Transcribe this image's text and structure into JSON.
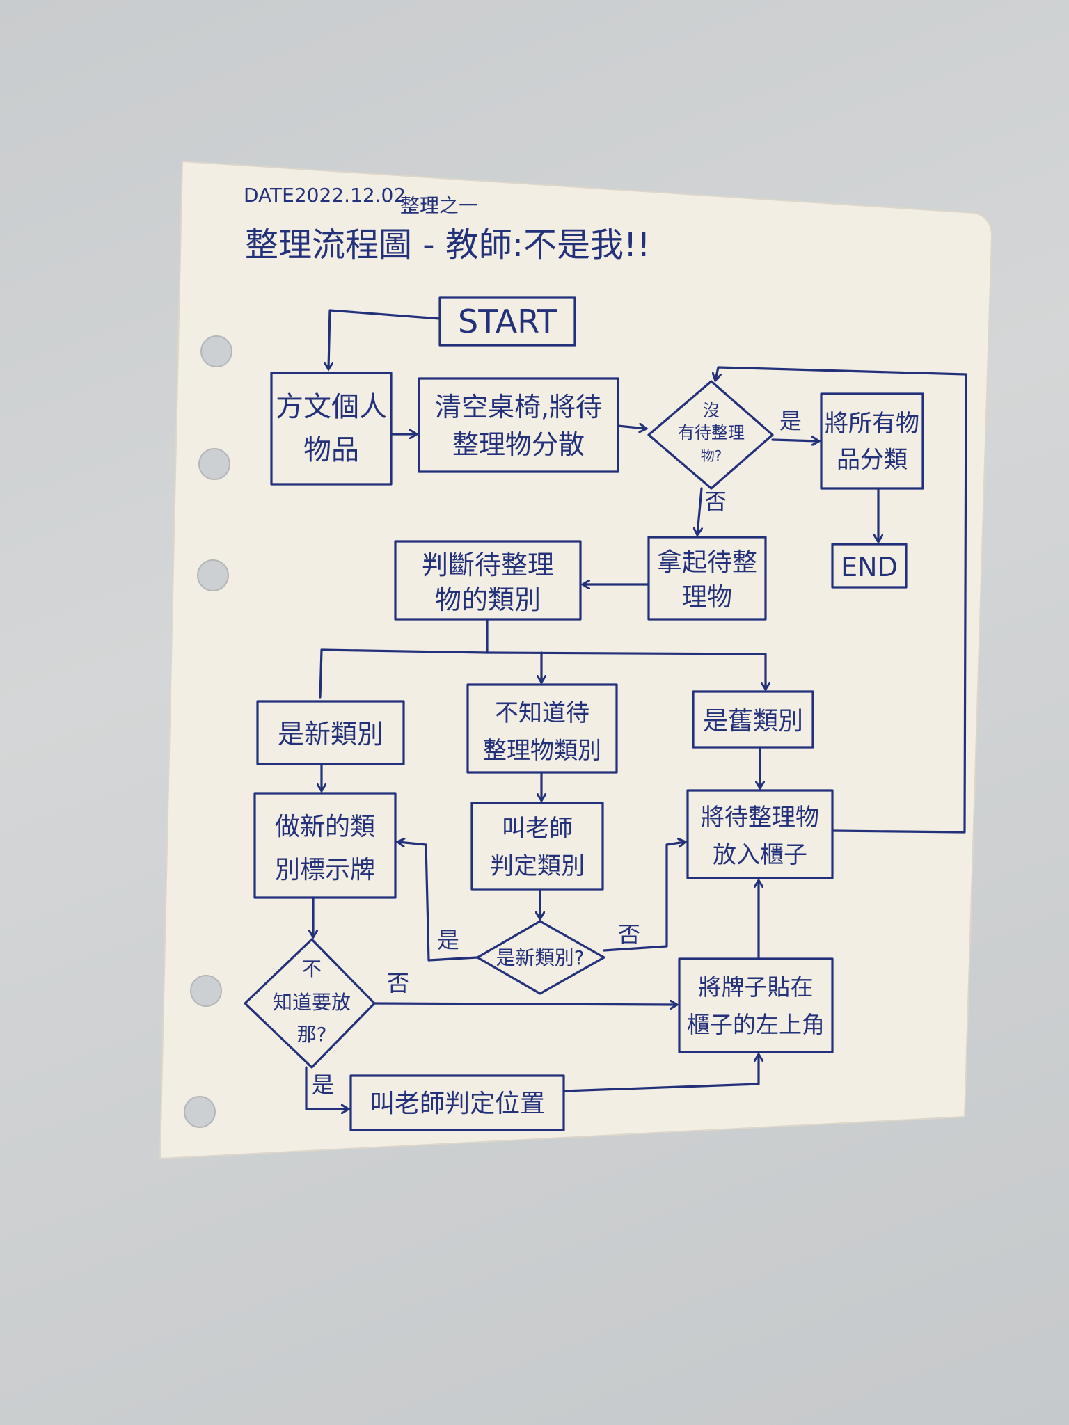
{
  "header": {
    "date": "DATE2022.12.02",
    "note": "整理之一",
    "title": "整理流程圖 - 教師:不是我!!"
  },
  "nodes": {
    "start": "START",
    "personal": [
      "方文個人",
      "物品"
    ],
    "clear": [
      "清空桌椅,將待",
      "整理物分散"
    ],
    "decision_left": [
      "沒",
      "有待整理",
      "物?"
    ],
    "sort_all": [
      "將所有物",
      "品分類"
    ],
    "end": "END",
    "judge": [
      "判斷待整理",
      "物的類別"
    ],
    "pickup": [
      "拿起待整",
      "理物"
    ],
    "new_cat": "是新類別",
    "unknown_cat": [
      "不知道待",
      "整理物類別"
    ],
    "old_cat": "是舊類別",
    "make_sign": [
      "做新的類",
      "別標示牌"
    ],
    "ask_teacher": [
      "叫老師",
      "判定類別"
    ],
    "put_cabinet": [
      "將待整理物",
      "放入櫃子"
    ],
    "is_new": "是新類別?",
    "where": [
      "不",
      "知道要放",
      "那?"
    ],
    "stick": [
      "將牌子貼在",
      "櫃子的左上角"
    ],
    "ask_position": "叫老師判定位置"
  },
  "labels": {
    "yes": "是",
    "no": "否"
  }
}
